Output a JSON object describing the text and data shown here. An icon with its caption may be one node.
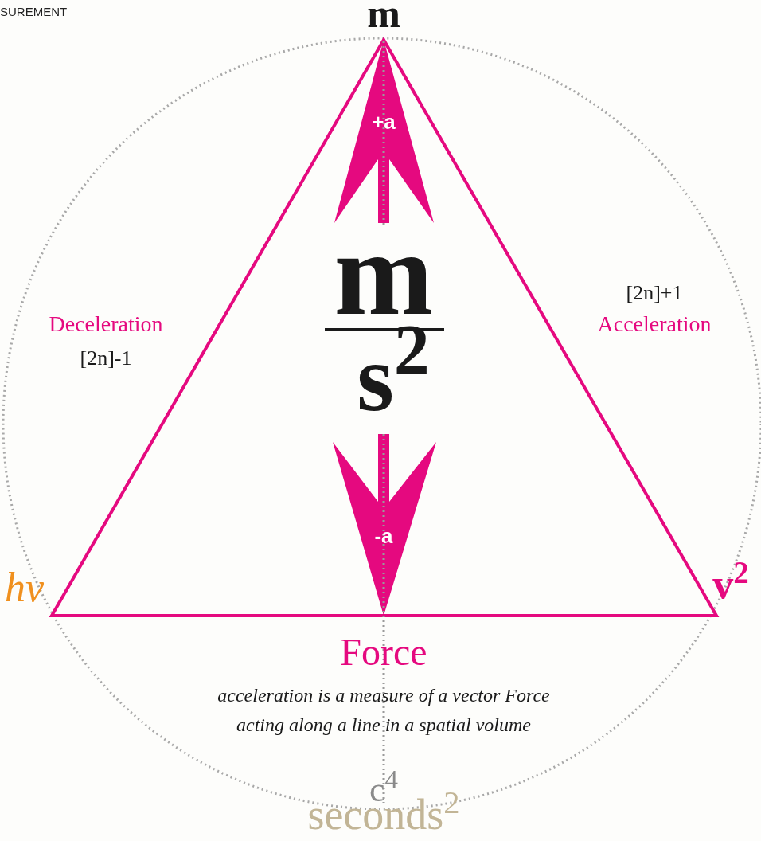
{
  "diagram": {
    "labels": [
      "SUREMENT",
      "m",
      "+a",
      "m",
      "[2n]+1",
      "Deceleration",
      "Acceleration",
      "[2n]-1",
      "s$^{2}$",
      "-a",
      "hv",
      "v$^{2}$",
      "Force",
      "acceleration is a measure of a vector Force acting along a line in a spatial volume",
      "c$^{4}$",
      "seconds$^{2}$"
    ]
  }
}
